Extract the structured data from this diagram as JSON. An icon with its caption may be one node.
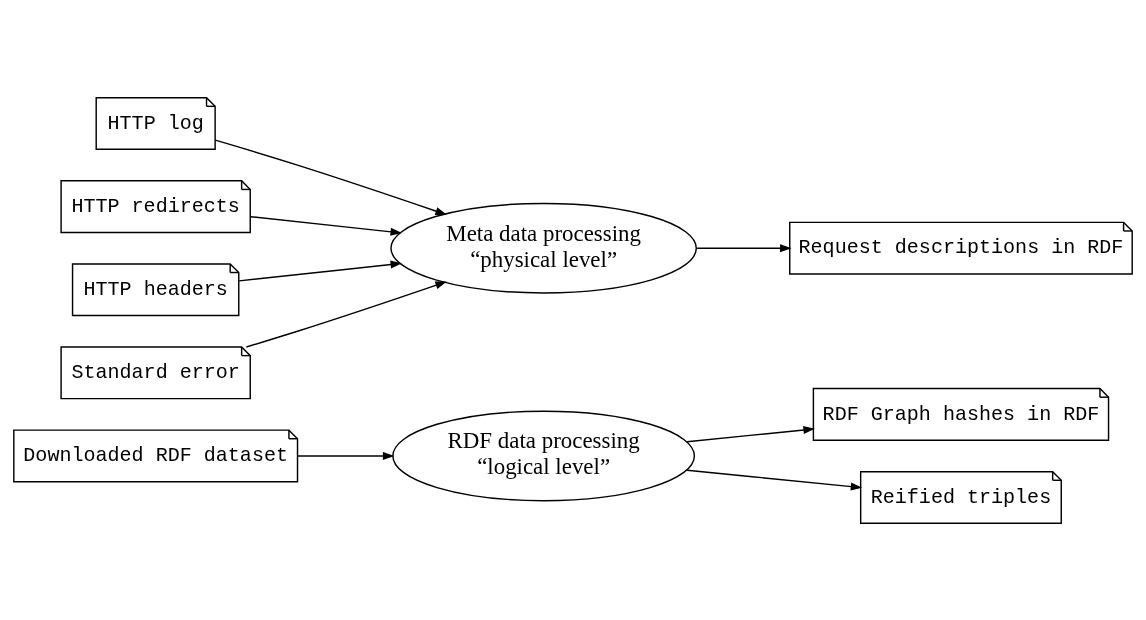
{
  "diagram": {
    "nodes": [
      {
        "text": [
          "Downloaded RDF dataset"
        ]
      },
      {
        "text": [
          "RDF data processing",
          "“logical level”"
        ]
      },
      {
        "text": [
          "RDF Graph hashes in RDF"
        ]
      },
      {
        "text": [
          "Reified triples"
        ]
      },
      {
        "text": [
          "HTTP log"
        ]
      },
      {
        "text": [
          "Meta data processing",
          "“physical level”"
        ]
      },
      {
        "text": [
          "Request descriptions in RDF"
        ]
      },
      {
        "text": [
          "HTTP redirects"
        ]
      },
      {
        "text": [
          "HTTP headers"
        ]
      },
      {
        "text": [
          "Standard error"
        ]
      }
    ],
    "edges": [
      {
        "from": 0,
        "to": 1,
        "arrow": "to"
      },
      {
        "from": 1,
        "to": 2,
        "arrow": "to"
      },
      {
        "from": 1,
        "to": 3,
        "arrow": "to"
      },
      {
        "from": 4,
        "to": 5,
        "arrow": "to"
      },
      {
        "from": 5,
        "to": 6,
        "arrow": "to"
      },
      {
        "from": 7,
        "to": 5,
        "arrow": "to"
      },
      {
        "from": 8,
        "to": 5,
        "arrow": "to"
      },
      {
        "from": 9,
        "to": 5,
        "arrow": "to"
      }
    ]
  }
}
